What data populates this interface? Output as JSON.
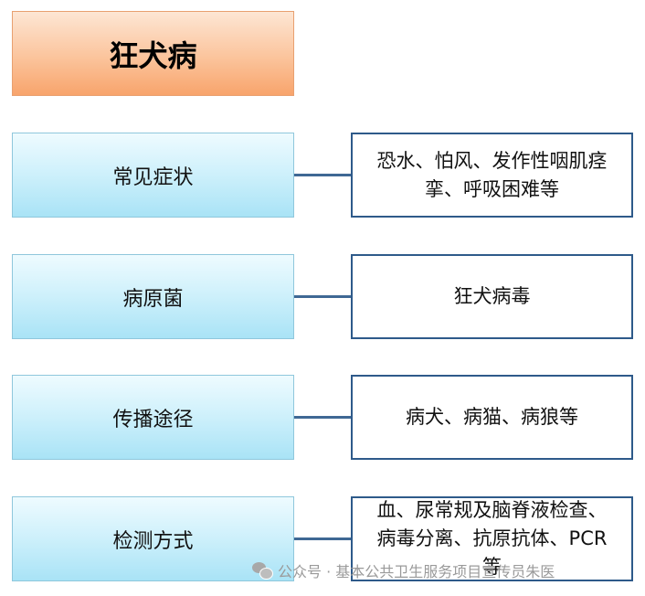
{
  "title": "狂犬病",
  "rows": [
    {
      "category": "常见症状",
      "info": [
        "恐水、怕风、发作性咽肌痉",
        "挛、呼吸困难等"
      ]
    },
    {
      "category": "病原菌",
      "info": [
        "狂犬病毒"
      ]
    },
    {
      "category": "传播途径",
      "info": [
        "病犬、病猫、病狼等"
      ]
    },
    {
      "category": "检测方式",
      "info": [
        "血、尿常规及脑脊液检查、",
        "病毒分离、抗原抗体、PCR",
        "等"
      ]
    }
  ],
  "watermark": {
    "icon": "wechat-icon",
    "text": "公众号 · 基本公共卫生服务项目宣传员朱医"
  }
}
